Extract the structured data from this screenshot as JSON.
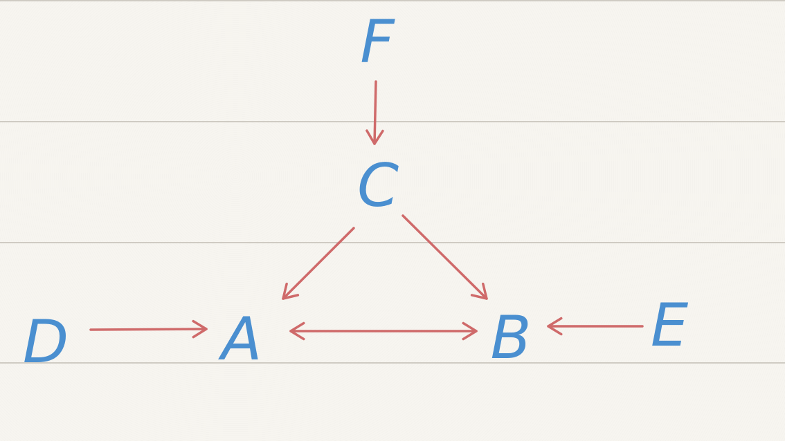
{
  "colors": {
    "node": "#4a8fd0",
    "edge": "#cf6a6a",
    "paper": "#f7f5f0",
    "rule": "#cfcbc3"
  },
  "nodes": [
    {
      "id": "F",
      "label": "F"
    },
    {
      "id": "C",
      "label": "C"
    },
    {
      "id": "D",
      "label": "D"
    },
    {
      "id": "A",
      "label": "A"
    },
    {
      "id": "B",
      "label": "B"
    },
    {
      "id": "E",
      "label": "E"
    }
  ],
  "edges": [
    {
      "from": "F",
      "to": "C",
      "direction": "forward"
    },
    {
      "from": "C",
      "to": "A",
      "direction": "forward"
    },
    {
      "from": "C",
      "to": "B",
      "direction": "forward"
    },
    {
      "from": "D",
      "to": "A",
      "direction": "forward"
    },
    {
      "from": "A",
      "to": "B",
      "direction": "both"
    },
    {
      "from": "E",
      "to": "B",
      "direction": "forward"
    }
  ]
}
